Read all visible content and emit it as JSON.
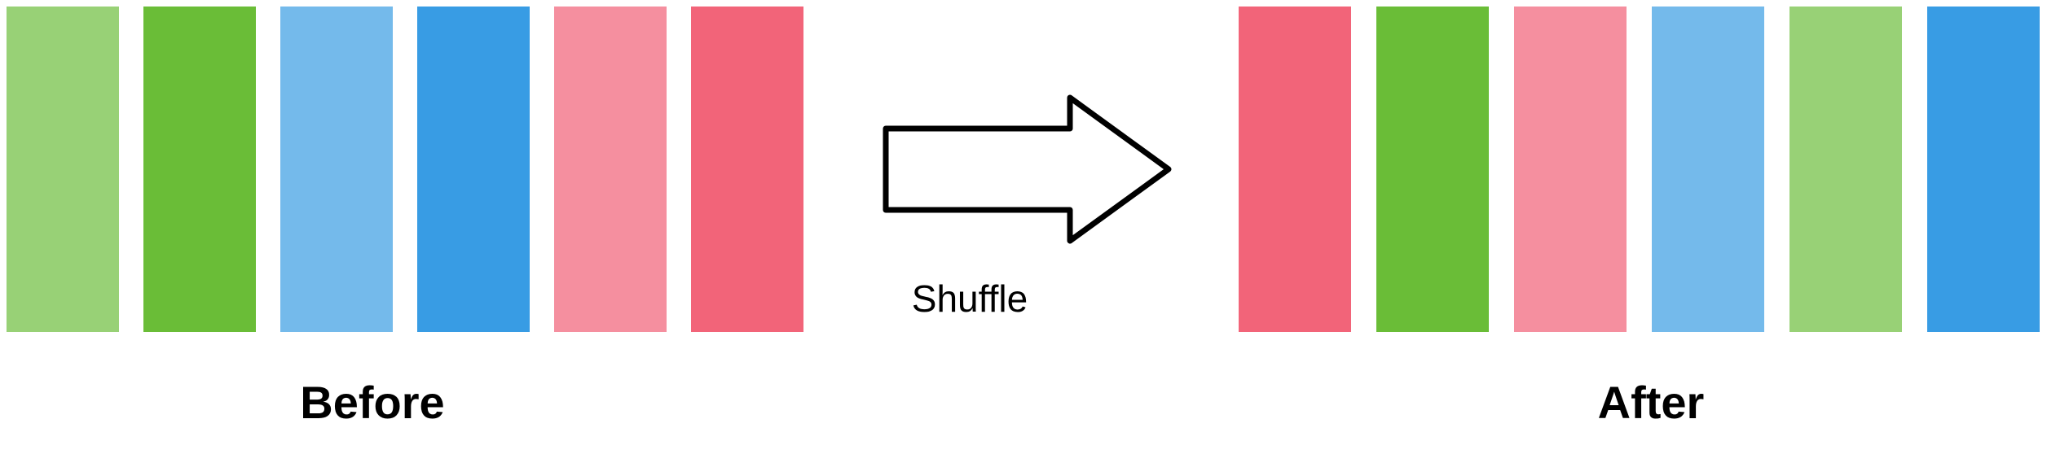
{
  "before": {
    "label": "Before",
    "bars": [
      {
        "color": "#98d176"
      },
      {
        "color": "#6abd37"
      },
      {
        "color": "#74baeb"
      },
      {
        "color": "#389ce4"
      },
      {
        "color": "#f58f9f"
      },
      {
        "color": "#f26479"
      }
    ]
  },
  "after": {
    "label": "After",
    "bars": [
      {
        "color": "#f26479"
      },
      {
        "color": "#6abd37"
      },
      {
        "color": "#f58f9f"
      },
      {
        "color": "#74baeb"
      },
      {
        "color": "#98d176"
      },
      {
        "color": "#389ce4"
      }
    ]
  },
  "transition": {
    "label": "Shuffle",
    "arrow_icon": "right-arrow-icon"
  }
}
